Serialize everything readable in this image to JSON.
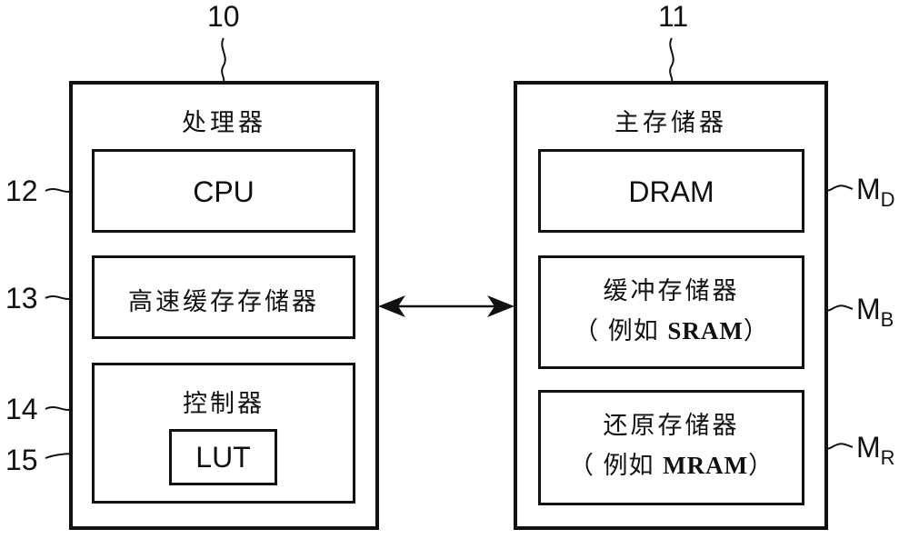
{
  "processor": {
    "ref": "10",
    "title": "处理器",
    "cpu": {
      "ref": "12",
      "label": "CPU"
    },
    "cache": {
      "ref": "13",
      "label": "高速缓存存储器"
    },
    "controller": {
      "ref": "14",
      "label": "控制器"
    },
    "lut": {
      "ref": "15",
      "label": "LUT"
    }
  },
  "main_memory": {
    "ref": "11",
    "title": "主存储器",
    "dram": {
      "ref_main": "M",
      "ref_sub": "D",
      "label": "DRAM"
    },
    "buffer": {
      "ref_main": "M",
      "ref_sub": "B",
      "label": "缓冲存储器",
      "example_prefix": "（ 例如 ",
      "example": "SRAM",
      "example_suffix": "）"
    },
    "restore": {
      "ref_main": "M",
      "ref_sub": "R",
      "label": "还原存储器",
      "example_prefix": "（ 例如 ",
      "example": "MRAM",
      "example_suffix": "）"
    }
  },
  "connection": {
    "type": "bidirectional-arrow"
  }
}
